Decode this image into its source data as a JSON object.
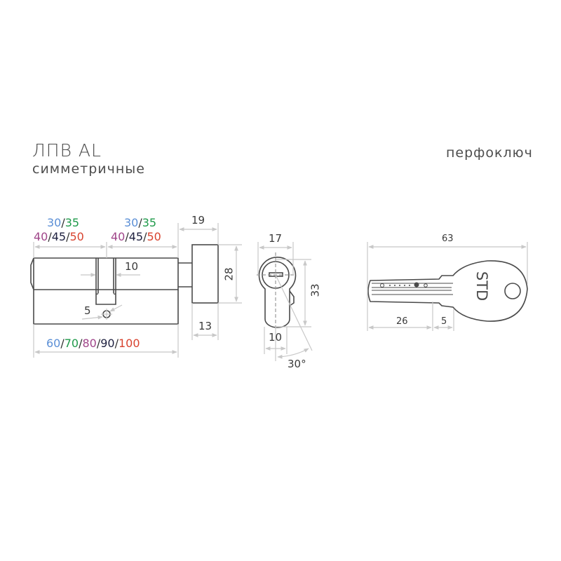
{
  "header": {
    "title": "ЛПВ AL",
    "subtitle": "симметричные",
    "key_type": "перфоключ"
  },
  "colors": {
    "blue": "#5b8fd6",
    "green": "#1f9a4a",
    "purple": "#a0468a",
    "navy": "#1f2140",
    "red": "#d8432f",
    "line": "#4a4a4a",
    "dim_line": "#c8c8c8"
  },
  "cylinder": {
    "left_length_top": {
      "a": "30",
      "sep": "/",
      "b": "35"
    },
    "left_length_bottom": {
      "a": "40",
      "sep1": "/",
      "b": "45",
      "sep2": "/",
      "c": "50"
    },
    "right_length_top": {
      "a": "30",
      "sep": "/",
      "b": "35"
    },
    "right_length_bottom": {
      "a": "40",
      "sep1": "/",
      "b": "45",
      "sep2": "/",
      "c": "50"
    },
    "cam_width": "10",
    "screw_hole": "5",
    "total_length": {
      "a": "60",
      "b": "70",
      "c": "80",
      "d": "90",
      "e": "100",
      "sep": "/"
    }
  },
  "knob": {
    "total_depth": "19",
    "height": "28",
    "knob_width": "13"
  },
  "profile": {
    "width": "17",
    "height": "33",
    "bottom_width": "10",
    "cam_angle": "30°"
  },
  "key": {
    "total_length": "63",
    "blade_length": "26",
    "shoulder": "5",
    "brand": "STD"
  }
}
